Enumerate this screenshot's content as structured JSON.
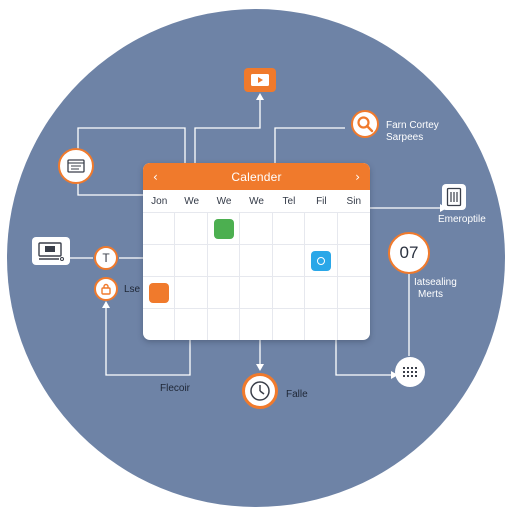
{
  "calendar": {
    "title": "Calender",
    "prev": "‹",
    "next": "›",
    "days": [
      "Jon",
      "We",
      "We",
      "We",
      "Tel",
      "Fil",
      "Sin"
    ],
    "events": [
      {
        "row": 0,
        "col": 2,
        "color": "#4caf50",
        "kind": "green"
      },
      {
        "row": 1,
        "col": 5,
        "color": "#2aa7e8",
        "kind": "blue"
      },
      {
        "row": 2,
        "col": 0,
        "color": "#f07a2c",
        "kind": "orange"
      }
    ]
  },
  "nodes": {
    "top_video": {
      "icon": "play-icon"
    },
    "top_right": {
      "icon": "search-icon",
      "label_line1": "Farn Cortey",
      "label_line2": "Sarpees"
    },
    "left_upper": {
      "icon": "calendar-board-icon"
    },
    "left_device": {
      "icon": "monitor-icon"
    },
    "left_t": {
      "icon": "text-icon",
      "text": "T"
    },
    "left_lock": {
      "icon": "lock-icon",
      "label": "Lse"
    },
    "right_cabinet": {
      "icon": "cabinet-icon",
      "label": "Emeroptile"
    },
    "right_number": {
      "value": "07",
      "label_line1": "Iatsealing",
      "label_line2": "Merts"
    },
    "right_grid": {
      "icon": "grid-icon"
    },
    "bottom_left_label": "Flecoir",
    "bottom_clock": {
      "icon": "clock-icon",
      "label": "Falle"
    }
  },
  "colors": {
    "accent": "#f07a2c",
    "background_circle": "#6e83a6",
    "line": "#ffffff"
  }
}
